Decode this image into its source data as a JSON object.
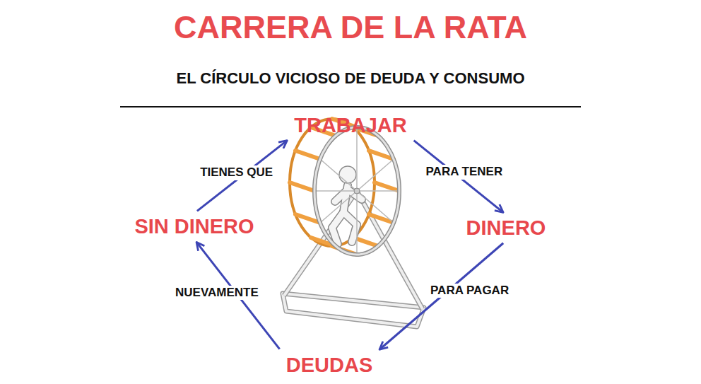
{
  "diagram": {
    "title": "CARRERA DE LA RATA",
    "nodes": [
      {
        "text": [
          "TRABAJAR"
        ]
      },
      {
        "text": [
          "DINERO"
        ]
      },
      {
        "text": [
          "DEUDAS"
        ]
      },
      {
        "text": [
          "SIN DINERO"
        ]
      }
    ],
    "edges": [
      {
        "from": 0,
        "to": 1,
        "label": "PARA TENER",
        "arrow": "to"
      },
      {
        "from": 1,
        "to": 2,
        "label": "PARA PAGAR",
        "arrow": "to"
      },
      {
        "from": 2,
        "to": 3,
        "label": "NUEVAMENTE",
        "arrow": "to"
      },
      {
        "from": 3,
        "to": 0,
        "label": "TIENES QUE",
        "arrow": "to"
      }
    ],
    "labels": [
      "EL CÍRCULO VICIOSO DE DEUDA Y CONSUMO"
    ]
  }
}
